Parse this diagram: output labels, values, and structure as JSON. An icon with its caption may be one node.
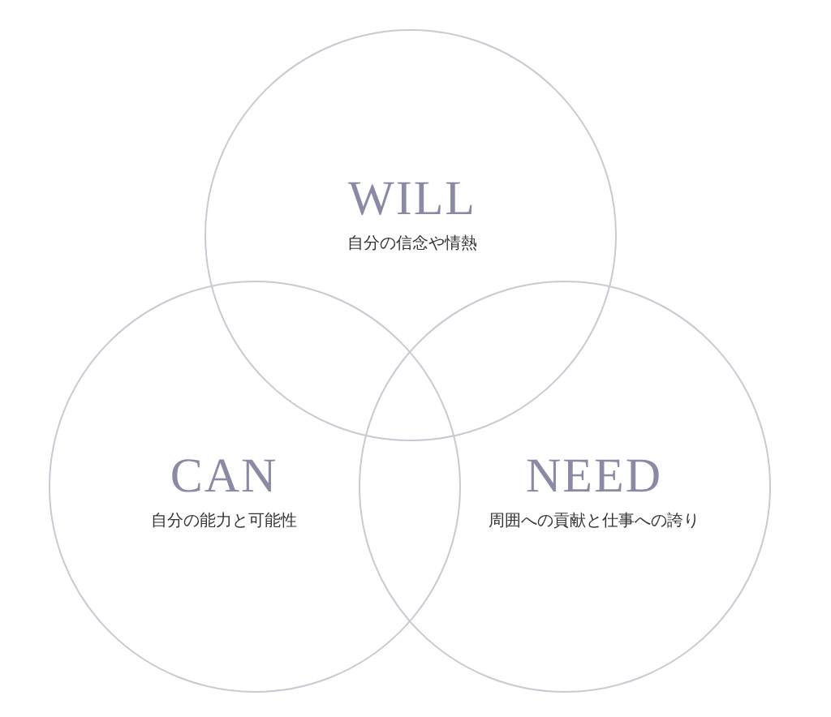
{
  "diagram": {
    "nodes": [
      {
        "text": [
          "WILL",
          "自分の信念や情熱"
        ]
      },
      {
        "text": [
          "CAN",
          "自分の能力と可能性"
        ]
      },
      {
        "text": [
          "NEED",
          "周囲への貢献と仕事への誇り"
        ]
      }
    ]
  }
}
